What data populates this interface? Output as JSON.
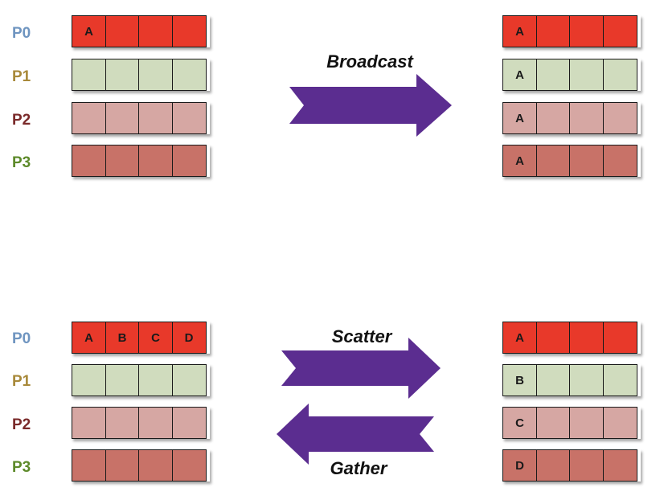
{
  "colors": {
    "row0": "#e8392a",
    "row1": "#d0dcbe",
    "row2": "#d6a7a3",
    "row3": "#c87268",
    "arrow": "#5b2d90",
    "label_p0": "#6f95c0",
    "label_p1": "#a8893a",
    "label_p2": "#7a2a2a",
    "label_p3": "#5d8a2a"
  },
  "processes": [
    "P0",
    "P1",
    "P2",
    "P3"
  ],
  "broadcast": {
    "label": "Broadcast",
    "before": [
      [
        "A",
        "",
        "",
        ""
      ],
      [
        "",
        "",
        "",
        ""
      ],
      [
        "",
        "",
        "",
        ""
      ],
      [
        "",
        "",
        "",
        ""
      ]
    ],
    "after": [
      [
        "A",
        "",
        "",
        ""
      ],
      [
        "A",
        "",
        "",
        ""
      ],
      [
        "A",
        "",
        "",
        ""
      ],
      [
        "A",
        "",
        "",
        ""
      ]
    ]
  },
  "scatter_gather": {
    "scatter_label": "Scatter",
    "gather_label": "Gather",
    "before": [
      [
        "A",
        "B",
        "C",
        "D"
      ],
      [
        "",
        "",
        "",
        ""
      ],
      [
        "",
        "",
        "",
        ""
      ],
      [
        "",
        "",
        "",
        ""
      ]
    ],
    "after": [
      [
        "A",
        "",
        "",
        ""
      ],
      [
        "B",
        "",
        "",
        ""
      ],
      [
        "C",
        "",
        "",
        ""
      ],
      [
        "D",
        "",
        "",
        ""
      ]
    ]
  }
}
